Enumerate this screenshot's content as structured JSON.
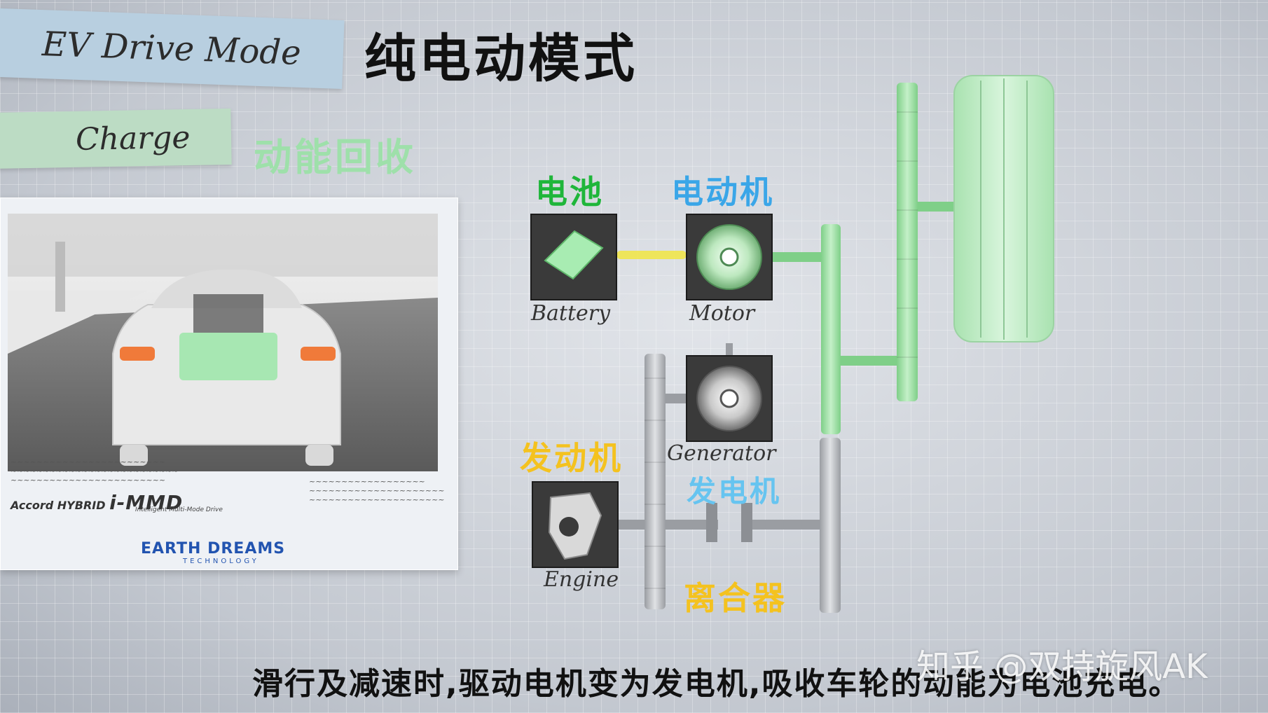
{
  "banners": {
    "ev_drive_mode": "EV Drive Mode",
    "charge": "Charge"
  },
  "titles": {
    "main_cn": "纯电动模式",
    "sub_cn": "动能回收"
  },
  "photo_card": {
    "brand_accord": "Accord HYBRID",
    "brand_immd": "i-MMD",
    "brand_sub": "Intelligent Multi-Mode Drive",
    "earth_dreams": "EARTH DREAMS",
    "earth_dreams_sub": "TECHNOLOGY"
  },
  "components": {
    "battery": {
      "en": "Battery",
      "cn": "电池"
    },
    "motor": {
      "en": "Motor",
      "cn": "电动机"
    },
    "generator": {
      "en": "Generator",
      "cn": "发电机"
    },
    "engine": {
      "en": "Engine",
      "cn": "发动机"
    },
    "clutch": {
      "cn": "离合器"
    }
  },
  "caption": "滑行及减速时,驱动电机变为发电机,吸收车轮的动能为电池充电。",
  "watermark": "知乎 @双持旋风AK",
  "colors": {
    "battery_label": "#1fb63a",
    "motor_label": "#3aa6e8",
    "generator_label": "#66c4f0",
    "engine_label": "#f4c21f",
    "clutch_label": "#f4c21f",
    "power_flow": "#f0e64a",
    "gear_green": "#9fe3a6",
    "gear_gray": "#b9bcc1"
  }
}
